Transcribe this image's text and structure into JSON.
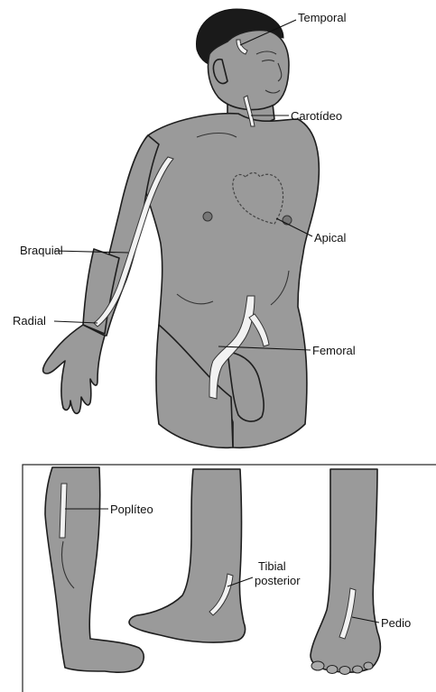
{
  "labels": {
    "temporal": "Temporal",
    "carotideo": "Carotídeo",
    "apical": "Apical",
    "braquial": "Braquial",
    "radial": "Radial",
    "femoral": "Femoral",
    "popliteo": "Poplíteo",
    "tibial_posterior_line1": "Tibial",
    "tibial_posterior_line2": "posterior",
    "pedio": "Pedio"
  },
  "colors": {
    "skin": "#9a9a9a",
    "artery": "#f2f2f2",
    "outline": "#1e1e1e",
    "hair": "#1a1a1a"
  }
}
